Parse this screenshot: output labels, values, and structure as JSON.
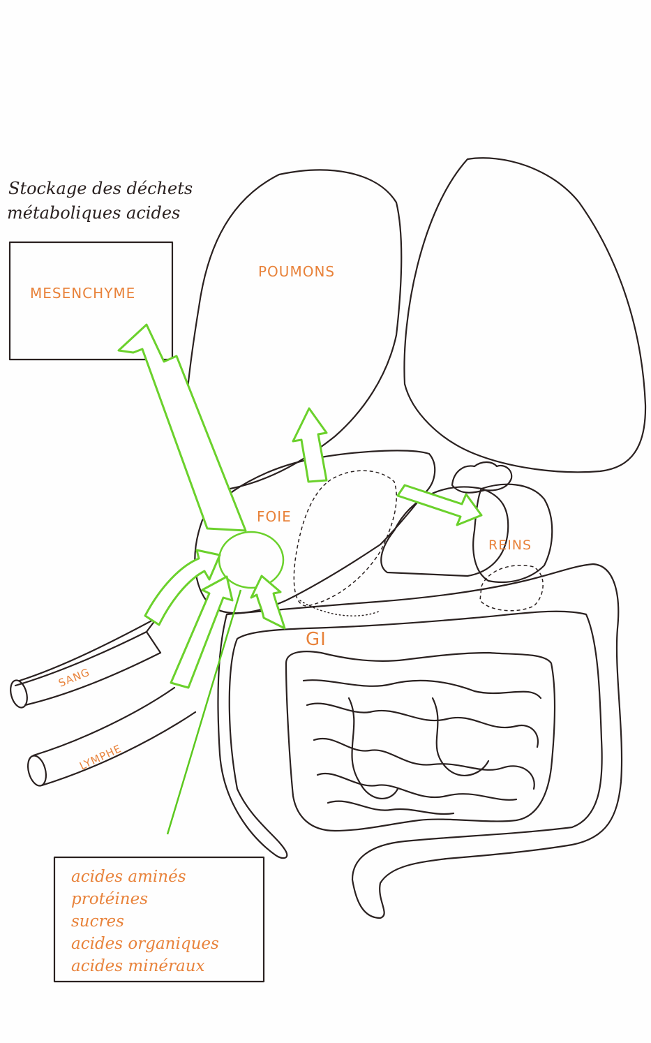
{
  "storage_caption": {
    "line1": "Stockage des déchets",
    "line2": "métaboliques acides"
  },
  "organs": {
    "mesenchyme": "MESENCHYME",
    "lungs": "POUMONS",
    "liver": "FOIE",
    "kidneys": "REINS",
    "gi": "GI",
    "blood": "SANG",
    "lymph": "LYMPHE"
  },
  "nutrients": [
    "acides aminés",
    "protéines",
    "sucres",
    "acides organiques",
    "acides minéraux"
  ],
  "colors": {
    "label": "#e8823a",
    "arrow": "#6bd12c",
    "ink": "#2a2120"
  }
}
